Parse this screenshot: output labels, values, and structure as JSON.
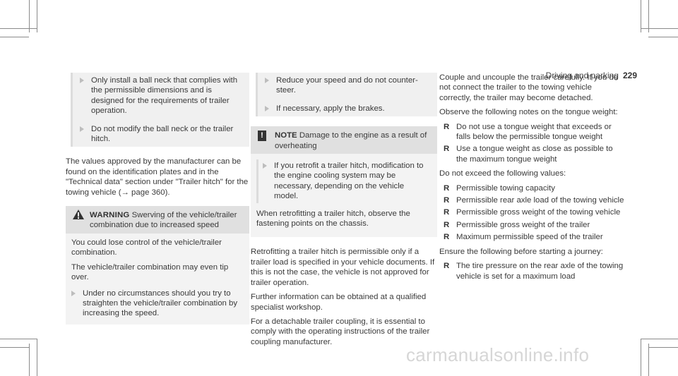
{
  "header": {
    "section": "Driving and parking",
    "page": "229"
  },
  "col1": {
    "steps": [
      "Only install a ball neck that complies with the permissible dimensions and is designed for the requirements of trailer operation.",
      "Do not modify the ball neck or the trailer hitch."
    ],
    "para": "The values approved by the manufacturer can be found on the identification plates and in the \"Technical data\" section under \"Trailer hitch\" for the towing vehicle (→ page 360).",
    "warning": {
      "label": "WARNING",
      "title": "Swerving of the vehicle/trailer combination due to increased speed",
      "body": [
        "You could lose control of the vehicle/trailer combination.",
        "The vehicle/trailer combination may even tip over."
      ],
      "steps": [
        "Under no circumstances should you try to straighten the vehicle/trailer combination by increasing the speed."
      ]
    }
  },
  "col2": {
    "steps": [
      "Reduce your speed and do not counter-steer.",
      "If necessary, apply the brakes."
    ],
    "note": {
      "label": "NOTE",
      "title": "Damage to the engine as a result of overheating",
      "steps": [
        "If you retrofit a trailer hitch, modification to the engine cooling system may be necessary, depending on the vehicle model."
      ],
      "body": "When retrofitting a trailer hitch, observe the fastening points on the chassis."
    },
    "paras": [
      "Retrofitting a trailer hitch is permissible only if a trailer load is specified in your vehicle documents. If this is not the case, the vehicle is not approved for trailer operation.",
      "Further information can be obtained at a qualified specialist workshop.",
      "For a detachable trailer coupling, it is essential to comply with the operating instructions of the trailer coupling manufacturer."
    ]
  },
  "col3": {
    "para1": "Couple and uncouple the trailer carefully. If you do not connect the trailer to the towing vehicle correctly, the trailer may become detached.",
    "para2": "Observe the following notes on the tongue weight:",
    "list1": [
      "Do not use a tongue weight that exceeds or falls below the permissible tongue weight",
      "Use a tongue weight as close as possible to the maximum tongue weight"
    ],
    "para3": "Do not exceed the following values:",
    "list2": [
      "Permissible towing capacity",
      "Permissible rear axle load of the towing vehicle",
      "Permissible gross weight of the towing vehicle",
      "Permissible gross weight of the trailer",
      "Maximum permissible speed of the trailer"
    ],
    "para4": "Ensure the following before starting a journey:",
    "list3": [
      "The tire pressure on the rear axle of the towing vehicle is set for a maximum load"
    ]
  },
  "bullet_mark": "R",
  "watermark": "carmanualsonline.info"
}
